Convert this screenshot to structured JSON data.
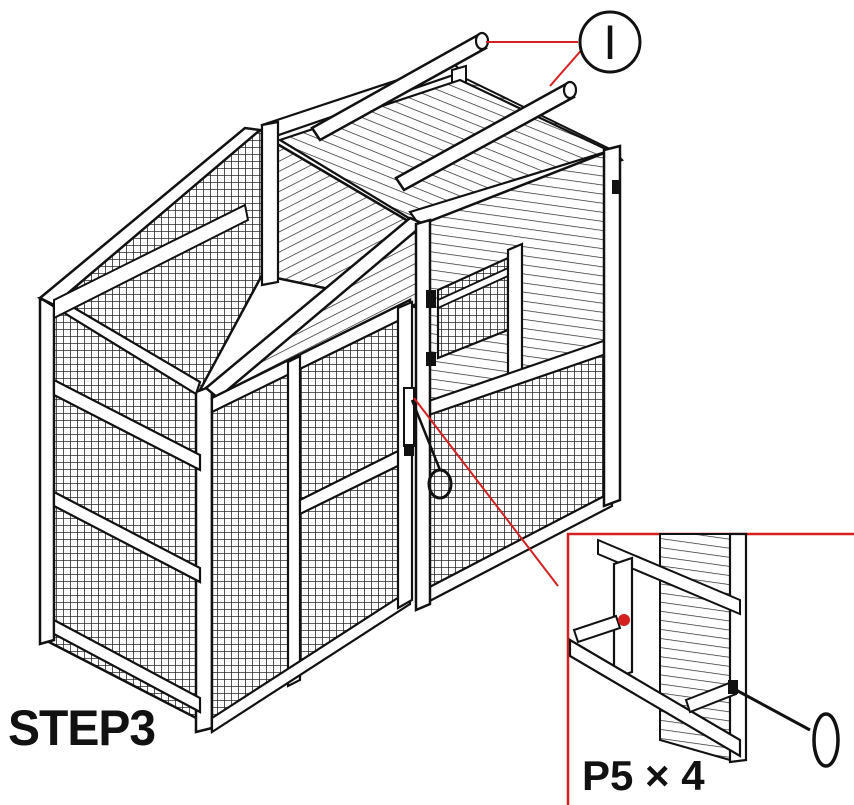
{
  "step_label": "STEP3",
  "detail_quantity": "P5 × 4",
  "part_callout": "Ⅰ",
  "callout_color": "#d42020",
  "line_color": "#111111",
  "mesh_color": "#2a2a2a"
}
